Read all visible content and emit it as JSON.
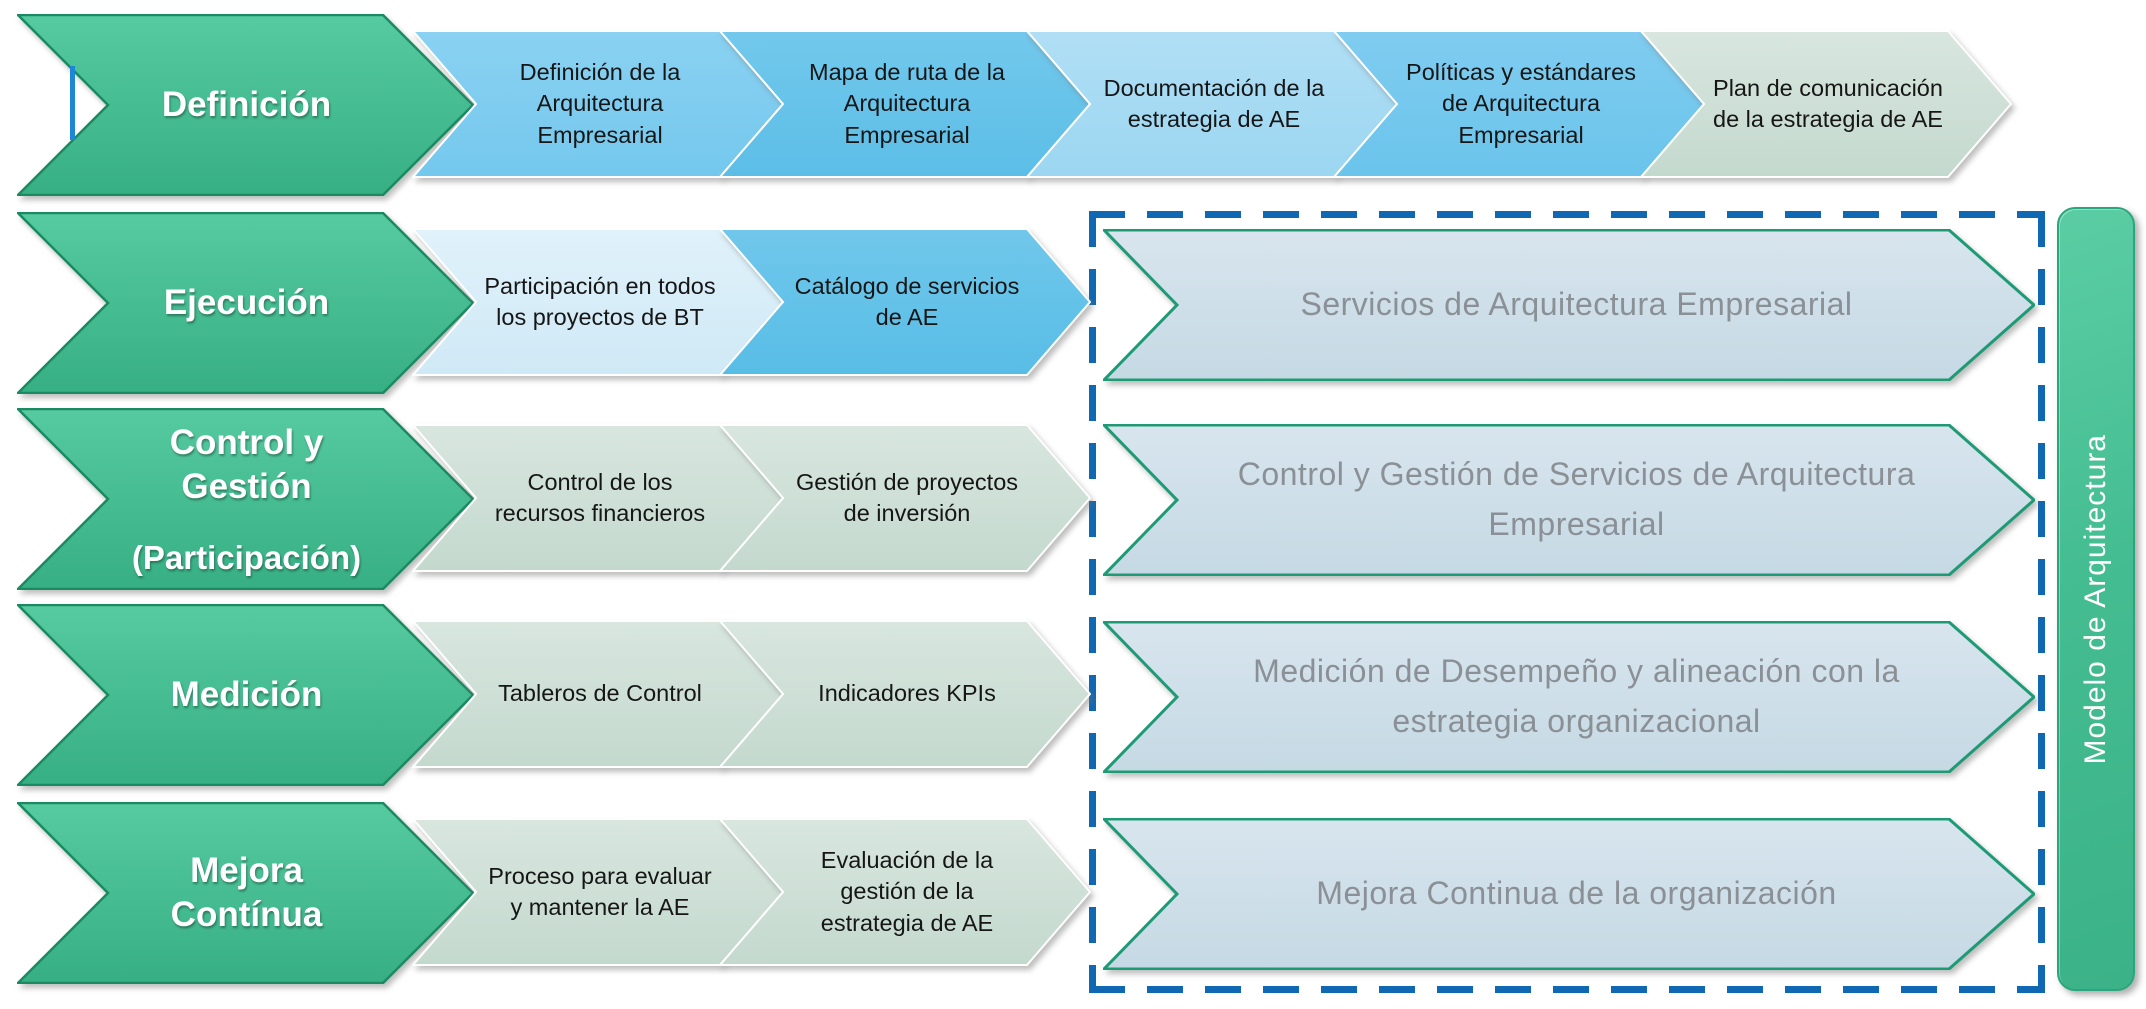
{
  "rows": [
    {
      "stage": "Definición",
      "steps": [
        "Definición de la Arquitectura Empresarial",
        "Mapa de ruta de la Arquitectura Empresarial",
        "Documentación de la estrategia de AE",
        "Políticas y estándares de Arquitectura Empresarial",
        "Plan de comunicación de la estrategia de AE"
      ]
    },
    {
      "stage": "Ejecución",
      "steps": [
        "Participación en todos los proyectos de BT",
        "Catálogo de servicios de AE"
      ],
      "outcome": "Servicios de Arquitectura Empresarial"
    },
    {
      "stage": "Control y Gestión",
      "note": "(Participación)",
      "steps": [
        "Control de los recursos financieros",
        "Gestión de proyectos de inversión"
      ],
      "outcome": "Control y Gestión de Servicios de Arquitectura Empresarial"
    },
    {
      "stage": "Medición",
      "steps": [
        "Tableros de Control",
        "Indicadores KPIs"
      ],
      "outcome": "Medición de Desempeño y alineación con la estrategia organizacional"
    },
    {
      "stage": "Mejora Contínua",
      "steps": [
        "Proceso para evaluar y mantener la AE",
        "Evaluación de la gestión de la estrategia de AE"
      ],
      "outcome": "Mejora Continua de la organización"
    }
  ],
  "sidebar": {
    "label": "Modelo de Arquitectura"
  },
  "colors": {
    "stage_green": [
      "#56CAA0",
      "#37AF85"
    ],
    "green_border": "#1B8A63",
    "blue_1": [
      "#8AD1F2",
      "#74C8ED"
    ],
    "blue_2": [
      "#72C8EC",
      "#5CBEE7"
    ],
    "blue_light": [
      "#B0DFF5",
      "#9CD6F1"
    ],
    "blue_3": [
      "#80CCF0",
      "#6AC4EB"
    ],
    "sage": [
      "#D8E6DF",
      "#C4D9CE"
    ],
    "blue_pale": [
      "#E0F2FA",
      "#CFE9F6"
    ],
    "blue_cat": [
      "#70C7EB",
      "#58BDE6"
    ],
    "outcome_fill": [
      "#D8E5EE",
      "#C5D9E4"
    ],
    "outcome_border": "#1E9A74",
    "outcome_text": "#8A9095",
    "step_text": "#161616",
    "dashed_border": "#1067B2",
    "bar_fill": [
      "#53C89D",
      "#3BB287"
    ],
    "bar_border": "#2AA57D",
    "tick_blue": "#1D86D5",
    "white_border": "#FFFFFF"
  }
}
